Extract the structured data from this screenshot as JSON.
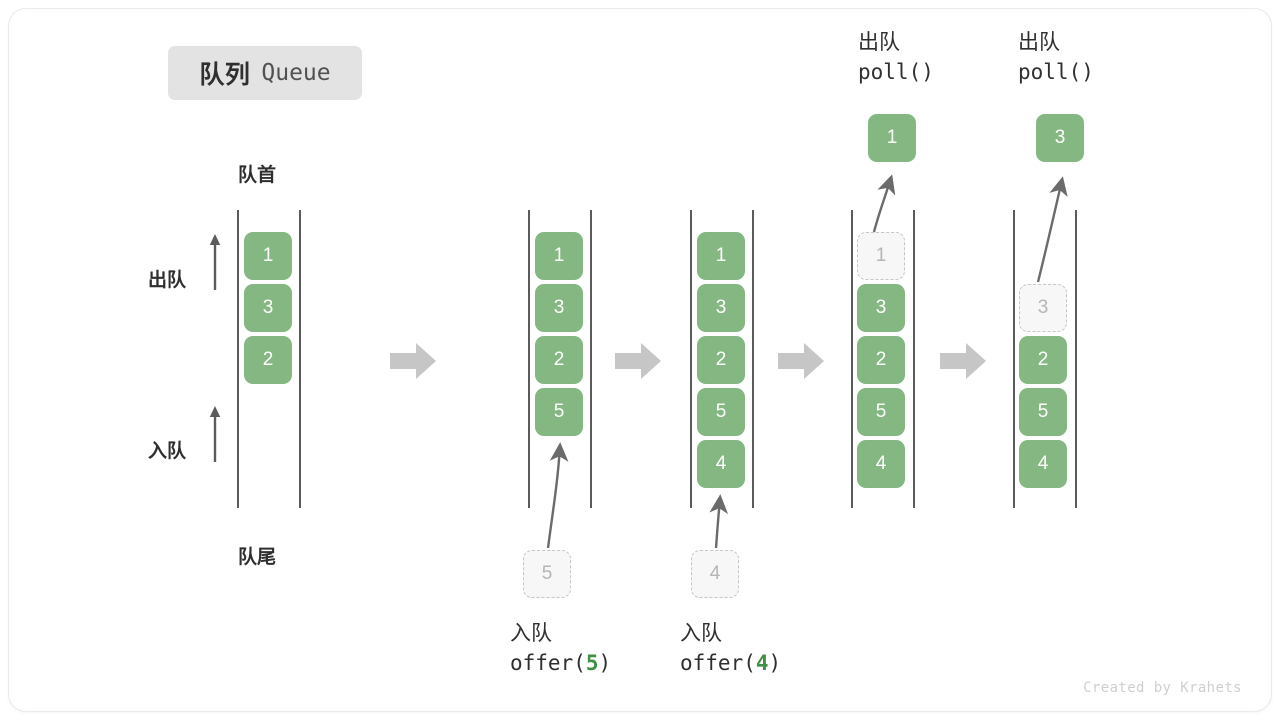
{
  "title": {
    "cn": "队列",
    "en": "Queue"
  },
  "captions": {
    "head": "队首",
    "tail": "队尾"
  },
  "side_labels": {
    "dequeue": "出队",
    "enqueue": "入队"
  },
  "credit": "Created by Krahets",
  "colors": {
    "box_green": "#85b783",
    "ghost_gray": "#f7f7f7",
    "ghost_border": "#c6c6c6",
    "rail": "#5b5b5b",
    "arrow": "#6b6b6b",
    "transition_arrow": "#c6c6c6",
    "badge_bg": "#e3e3e3",
    "value_green": "#3f8f45",
    "text": "#2f2f2f"
  },
  "stages": [
    {
      "id": "initial",
      "items": [
        "1",
        "3",
        "2"
      ],
      "ghost": null,
      "pending": null,
      "popped": null,
      "top_caption": null,
      "bottom_caption": null
    },
    {
      "id": "offer-5",
      "items": [
        "1",
        "3",
        "2",
        "5"
      ],
      "ghost": null,
      "pending": "5",
      "popped": null,
      "top_caption": null,
      "bottom_caption": {
        "line1": "入队",
        "fn": "offer(",
        "value": "5",
        "close": ")"
      }
    },
    {
      "id": "offer-4",
      "items": [
        "1",
        "3",
        "2",
        "5",
        "4"
      ],
      "ghost": null,
      "pending": "4",
      "popped": null,
      "top_caption": null,
      "bottom_caption": {
        "line1": "入队",
        "fn": "offer(",
        "value": "4",
        "close": ")"
      }
    },
    {
      "id": "poll-1",
      "items": [
        "1",
        "3",
        "2",
        "5",
        "4"
      ],
      "ghost_index": 0,
      "popped": "1",
      "top_caption": {
        "line1": "出队",
        "line2": "poll()"
      },
      "bottom_caption": null
    },
    {
      "id": "poll-3",
      "items": [
        "3",
        "2",
        "5",
        "4"
      ],
      "ghost_index": 0,
      "popped": "3",
      "top_caption": {
        "line1": "出队",
        "line2": "poll()"
      },
      "bottom_caption": null
    }
  ],
  "transitions": [
    "arrow-1",
    "arrow-2",
    "arrow-3",
    "arrow-4"
  ]
}
